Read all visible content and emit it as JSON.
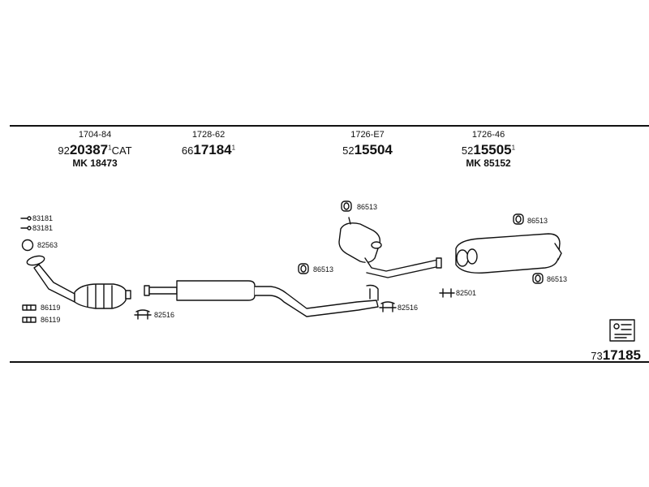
{
  "groups": [
    {
      "code": "1704-84",
      "prefix": "92",
      "number": "20387",
      "suffix": "1",
      "extra": "CAT",
      "mk": "MK 18473"
    },
    {
      "code": "1728-62",
      "prefix": "66",
      "number": "17184",
      "suffix": "1",
      "extra": "",
      "mk": ""
    },
    {
      "code": "1726-E7",
      "prefix": "52",
      "number": "15504",
      "suffix": "",
      "extra": "",
      "mk": ""
    },
    {
      "code": "1726-46",
      "prefix": "52",
      "number": "15505",
      "suffix": "1",
      "extra": "",
      "mk": "MK 85152"
    }
  ],
  "parts": {
    "p83181a": "83181",
    "p83181b": "83181",
    "p82563": "82563",
    "p86119a": "86119",
    "p86119b": "86119",
    "p82516a": "82516",
    "p86513a": "86513",
    "p86513b": "86513",
    "p86513c": "86513",
    "p86513d": "86513",
    "p82516b": "82516",
    "p82501": "82501"
  },
  "final": {
    "prefix": "73",
    "number": "17185"
  }
}
